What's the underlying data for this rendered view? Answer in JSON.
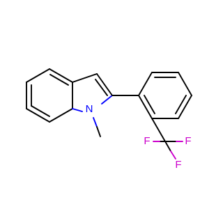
{
  "molecule": {
    "atoms": {
      "nitrogen": {
        "label": "N",
        "color": "#0000ff"
      },
      "fluorine_1": {
        "label": "F",
        "color": "#cc00cc"
      },
      "fluorine_2": {
        "label": "F",
        "color": "#cc00cc"
      },
      "fluorine_3": {
        "label": "F",
        "color": "#cc00cc"
      }
    },
    "bond_color": "#000000"
  }
}
